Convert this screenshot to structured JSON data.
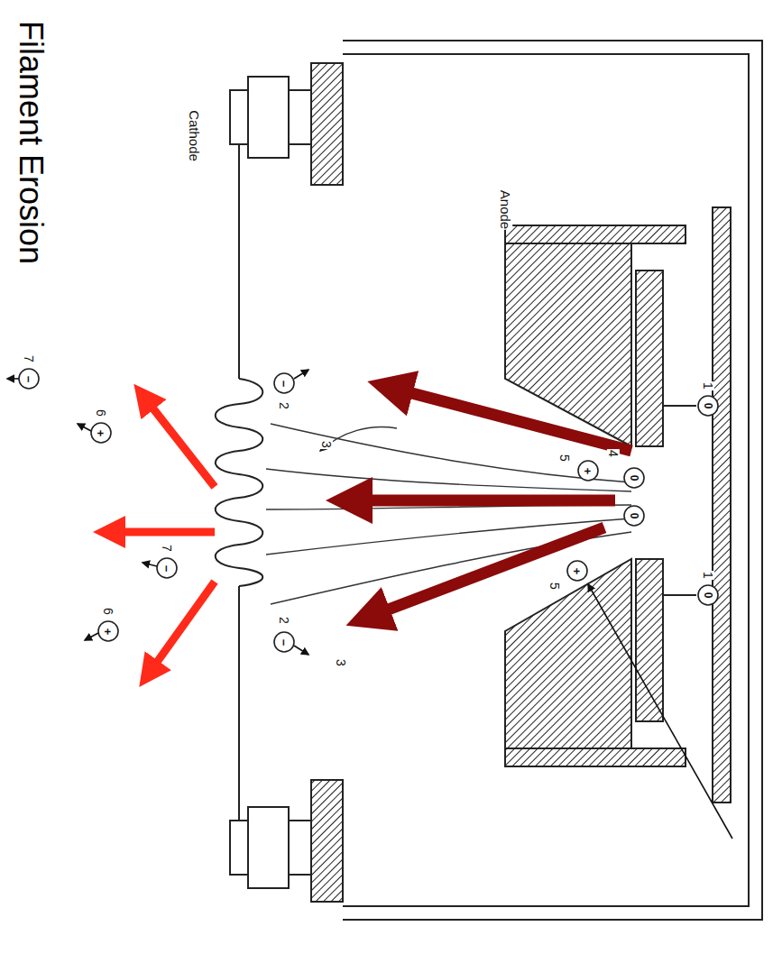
{
  "diagram": {
    "title": "Filament Erosion",
    "labels": [
      "Cathode",
      "Anode",
      "1",
      "0",
      "1",
      "0",
      "2",
      "−",
      "2",
      "−",
      "3",
      "3",
      "4",
      "0",
      "0",
      "5",
      "+",
      "5",
      "+",
      "7",
      "−",
      "6",
      "+",
      "7",
      "−",
      "6",
      "+"
    ]
  }
}
